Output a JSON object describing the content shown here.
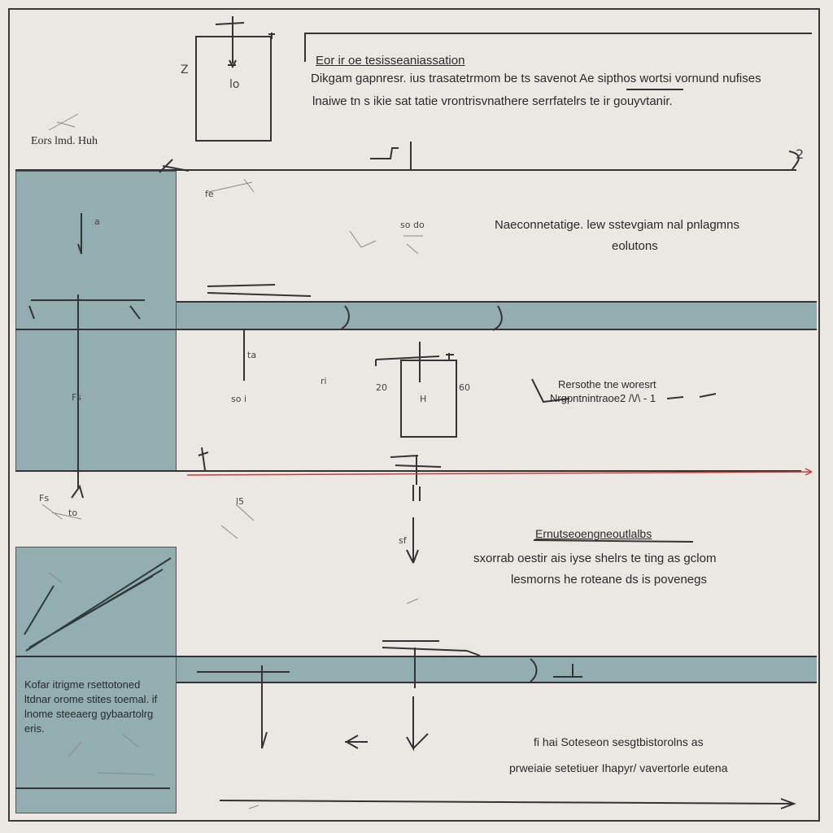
{
  "colors": {
    "background": "#ebe8e3",
    "panel": "#93aeb0",
    "line": "#333333",
    "accent_red": "#d23a3a"
  },
  "top_block": {
    "heading": "Eor ir oe tesisseaniassation",
    "line1": "Dikgam gapnresr. ius trasatetrmom be ts savenot Ae sipthos wortsi vornund nufises",
    "line2": "lnaiwe tn s ikie sat tatie vrontrisvnathere serrfatelrs te ir gouyvtanir.",
    "left_caption": "Eors lmd. Huh",
    "box_label": "Z",
    "box_mark": "lo",
    "corner_mark": "2"
  },
  "middle_right": {
    "line1": "Naeconnetatige. lew sstevgiam nal pnlagmns",
    "line2": "eolutons"
  },
  "center_note": {
    "line1": "Rersothe tne woresrt",
    "line2": "Nrgpntnintraoe2 /\\/\\ - 1",
    "box_left_label": "20",
    "box_right_label": "60"
  },
  "lower_right": {
    "heading": "Ernutseoengneoutlalbs",
    "line1": "sxorrab oestir ais iyse shelrs te ting as gclom",
    "line2": "lesmorns he roteane ds is povenegs"
  },
  "left_note": {
    "line1": "Kofar itrigme rsettotoned",
    "line2": "ltdnar orome stites toemal. if",
    "line3": "lnome steeaerg gybaartolrg",
    "line4": "eris."
  },
  "bottom_right": {
    "line1": "fi hai Soteseon sesgtbistorolns as",
    "line2": "prweiaie setetiuer Ihapyr/ vavertorle eutena"
  },
  "small_marks": {
    "m1": "fe",
    "m2": "so do",
    "m3": "ta",
    "m4": "ri",
    "m5": "so i",
    "m6": "H",
    "m7": "l5",
    "m8": "sf",
    "m9": "Fs",
    "m10": "a",
    "m11": "Fs",
    "m12": "to"
  }
}
